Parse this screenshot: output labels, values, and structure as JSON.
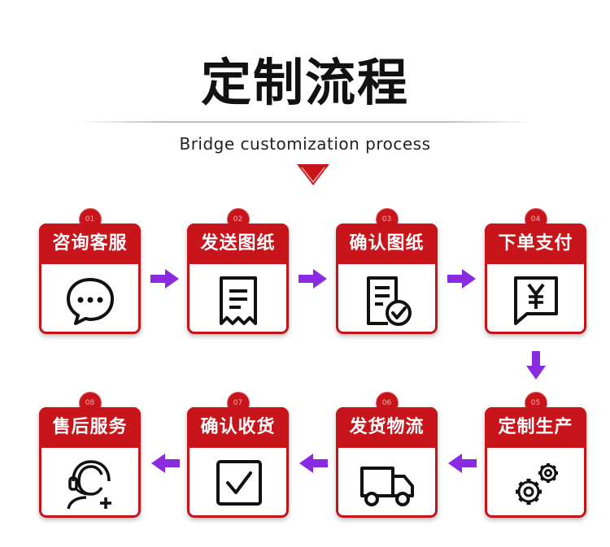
{
  "title": "定制流程",
  "subtitle": "Bridge customization process",
  "colors": {
    "brand_red": "#c8141b",
    "arrow_purple": "#8a2be2"
  },
  "steps": [
    {
      "number": "01",
      "label": "咨询客服",
      "icon": "chat-bubble-icon"
    },
    {
      "number": "02",
      "label": "发送图纸",
      "icon": "receipt-icon"
    },
    {
      "number": "03",
      "label": "确认图纸",
      "icon": "document-check-icon"
    },
    {
      "number": "04",
      "label": "下单支付",
      "icon": "yen-payment-icon"
    },
    {
      "number": "05",
      "label": "定制生产",
      "icon": "gears-icon"
    },
    {
      "number": "06",
      "label": "发货物流",
      "icon": "truck-icon"
    },
    {
      "number": "07",
      "label": "确认收货",
      "icon": "checkbox-icon"
    },
    {
      "number": "08",
      "label": "售后服务",
      "icon": "customer-service-icon"
    }
  ]
}
